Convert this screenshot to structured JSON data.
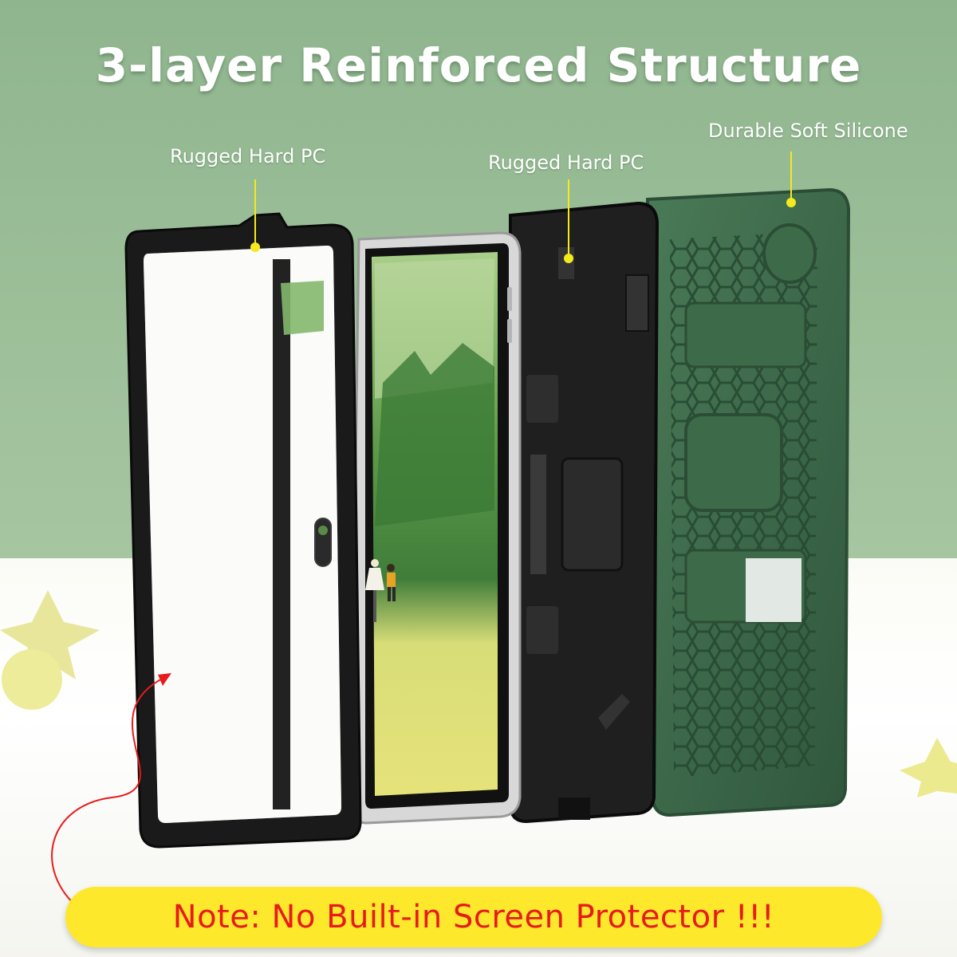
{
  "headline": "3-layer Reinforced Structure",
  "callouts": {
    "frame": "Rugged Hard PC",
    "shell": "Rugged Hard PC",
    "silicone": "Durable Soft Silicone"
  },
  "note": "Note: No Built-in Screen Protector !!!",
  "colors": {
    "wall_green": "#9cbf98",
    "silicone_green": "#3f6a4c",
    "hard_pc_black": "#1b1b1b",
    "note_yellow": "#fde82c",
    "note_red": "#e81b1b",
    "marker_yellow": "#f4ea1e"
  },
  "icons": {
    "pointer": "red-curved-arrow-icon",
    "marker": "yellow-dot-icon"
  }
}
